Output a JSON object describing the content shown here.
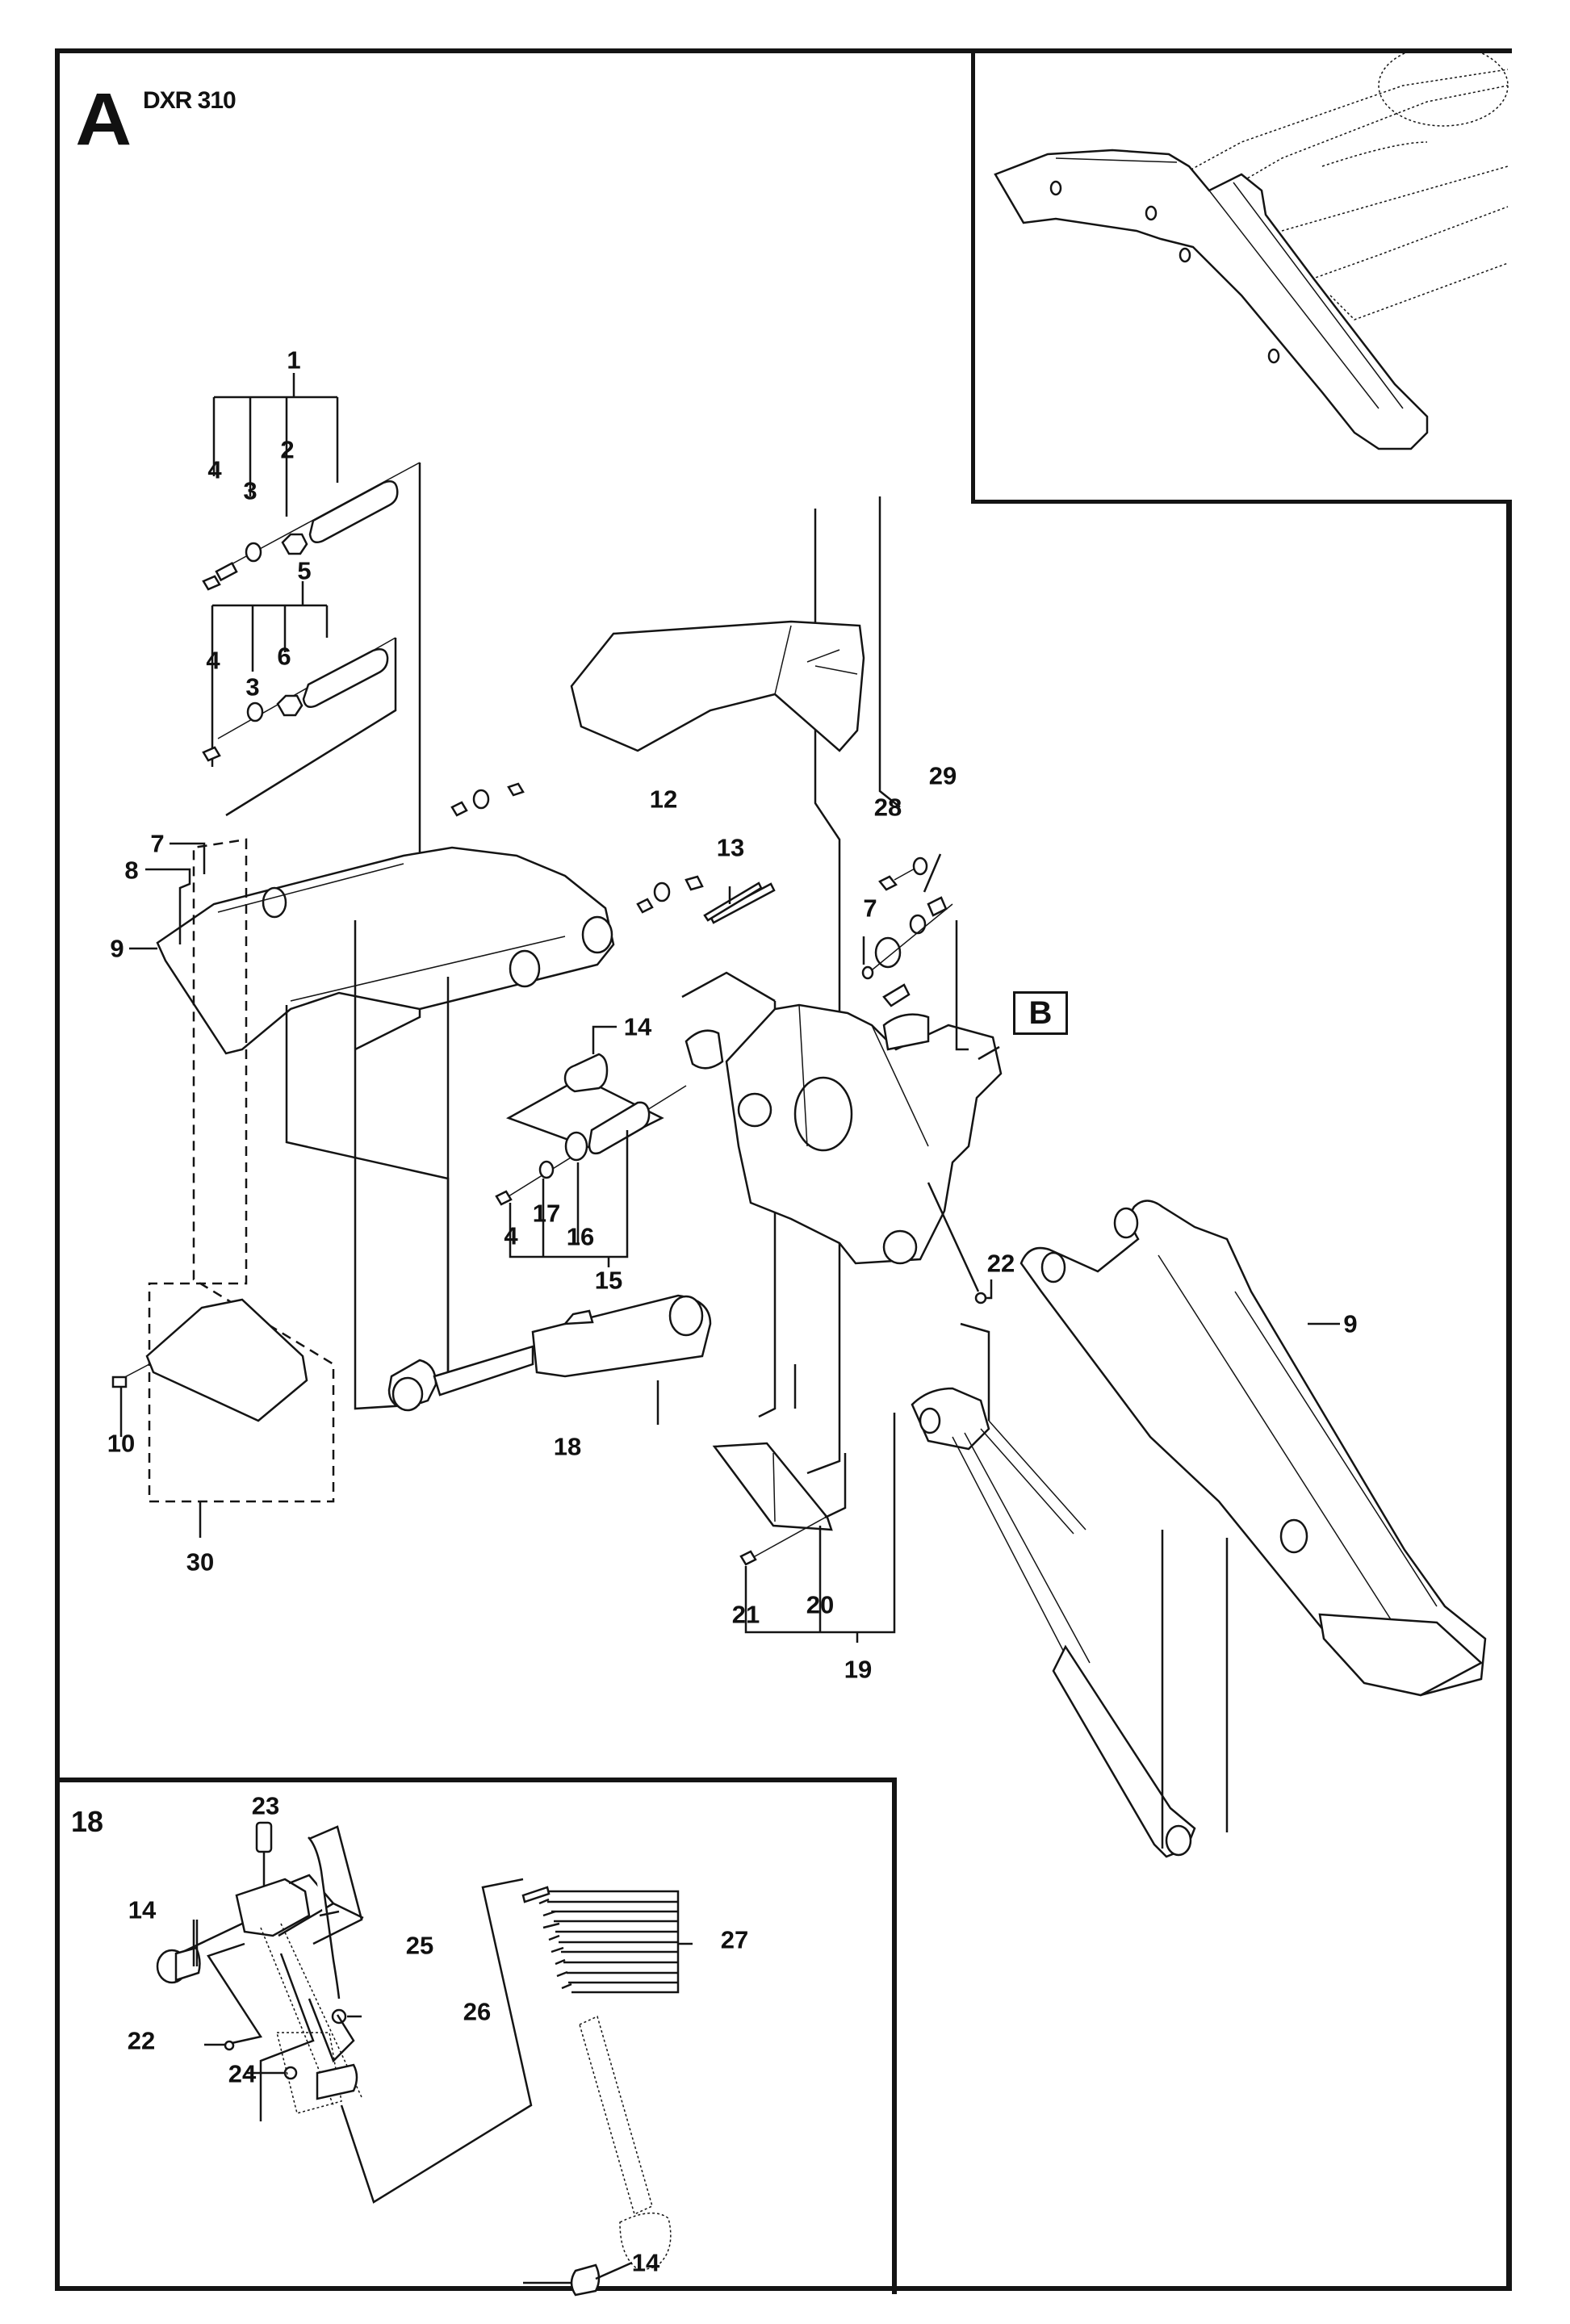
{
  "header": {
    "section_letter": "A",
    "model": "DXR 310"
  },
  "callouts": {
    "box_b": "B",
    "inset_18_title": "18",
    "labels": [
      {
        "id": "l1",
        "text": "1"
      },
      {
        "id": "l2",
        "text": "2"
      },
      {
        "id": "l3a",
        "text": "3"
      },
      {
        "id": "l4a",
        "text": "4"
      },
      {
        "id": "l5",
        "text": "5"
      },
      {
        "id": "l6",
        "text": "6"
      },
      {
        "id": "l3b",
        "text": "3"
      },
      {
        "id": "l4b",
        "text": "4"
      },
      {
        "id": "l7a",
        "text": "7"
      },
      {
        "id": "l8",
        "text": "8"
      },
      {
        "id": "l9a",
        "text": "9"
      },
      {
        "id": "l12",
        "text": "12"
      },
      {
        "id": "l13",
        "text": "13"
      },
      {
        "id": "l28",
        "text": "28"
      },
      {
        "id": "l29",
        "text": "29"
      },
      {
        "id": "l7b",
        "text": "7"
      },
      {
        "id": "l14a",
        "text": "14"
      },
      {
        "id": "l17",
        "text": "17"
      },
      {
        "id": "l16",
        "text": "16"
      },
      {
        "id": "l4c",
        "text": "4"
      },
      {
        "id": "l15",
        "text": "15"
      },
      {
        "id": "l22a",
        "text": "22"
      },
      {
        "id": "l9b",
        "text": "9"
      },
      {
        "id": "l10",
        "text": "10"
      },
      {
        "id": "l30",
        "text": "30"
      },
      {
        "id": "l18",
        "text": "18"
      },
      {
        "id": "l21",
        "text": "21"
      },
      {
        "id": "l20",
        "text": "20"
      },
      {
        "id": "l19",
        "text": "19"
      },
      {
        "id": "l23",
        "text": "23"
      },
      {
        "id": "l14b",
        "text": "14"
      },
      {
        "id": "l25",
        "text": "25"
      },
      {
        "id": "l27",
        "text": "27"
      },
      {
        "id": "l22b",
        "text": "22"
      },
      {
        "id": "l26",
        "text": "26"
      },
      {
        "id": "l24",
        "text": "24"
      },
      {
        "id": "l14c",
        "text": "14"
      }
    ]
  }
}
